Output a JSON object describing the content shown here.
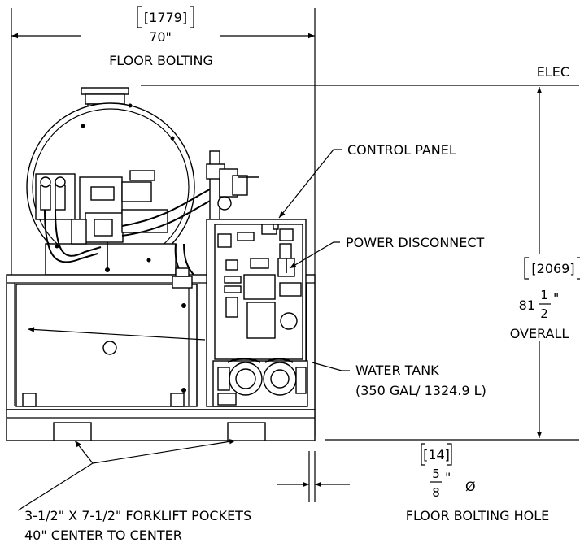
{
  "dimensions": {
    "floor_bolting_mm": "[1779]",
    "floor_bolting_in": "70\"",
    "floor_bolting_label": "FLOOR BOLTING",
    "overall_mm": "[2069]",
    "overall_whole": "81",
    "overall_num": "1",
    "overall_den": "2",
    "overall_unit": "\"",
    "overall_label": "OVERALL",
    "elec_label": "ELEC",
    "hole_mm": "[14]",
    "hole_num": "5",
    "hole_den": "8",
    "hole_unit": "\"",
    "hole_symbol": "Ø",
    "hole_label": "FLOOR BOLTING HOLE"
  },
  "callouts": {
    "control_panel": "CONTROL PANEL",
    "power_disconnect": "POWER DISCONNECT",
    "water_tank": "WATER TANK",
    "water_tank_capacity": "(350 GAL/ 1324.9 L)",
    "forklift_pockets": "3-1/2\" X 7-1/2\" FORKLIFT POCKETS",
    "forklift_center": "40\" CENTER TO CENTER"
  }
}
